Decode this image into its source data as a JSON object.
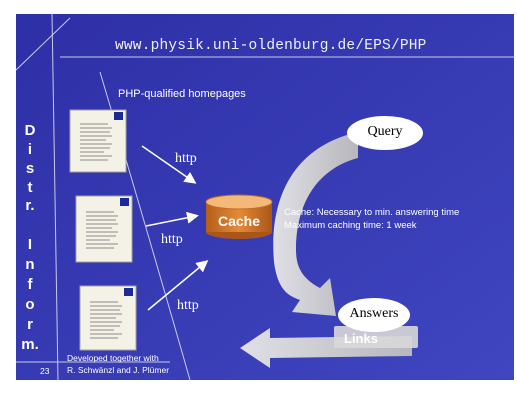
{
  "slide": {
    "url": "www.physik.uni-oldenburg.de/EPS/PHP",
    "subtitle": "PHP-qualified homepages",
    "sidebar_letters": [
      "D",
      "i",
      "s",
      "t",
      "r.",
      "I",
      "n",
      "f",
      "o",
      "r",
      "m."
    ],
    "http_labels": [
      "http",
      "http",
      "http"
    ],
    "cache_label": "Cache",
    "cache_note_line1": "Cache: Necessary to min. answering time",
    "cache_note_line2": "Maximum caching time: 1 week",
    "query_label": "Query",
    "answers_label": "Answers",
    "links_label": "Links",
    "credit_line1": "Developed together with",
    "credit_line2": "R. Schwänzl and J. Plümer",
    "page_number": "23"
  },
  "colors": {
    "background": "#3b3ab0",
    "document": "#f4f2e6",
    "document_corner": "#1a2a9a",
    "cache_top": "#f4b878",
    "cache_body": "#d77a2a",
    "gray_arrow": "#d3d3d3"
  }
}
